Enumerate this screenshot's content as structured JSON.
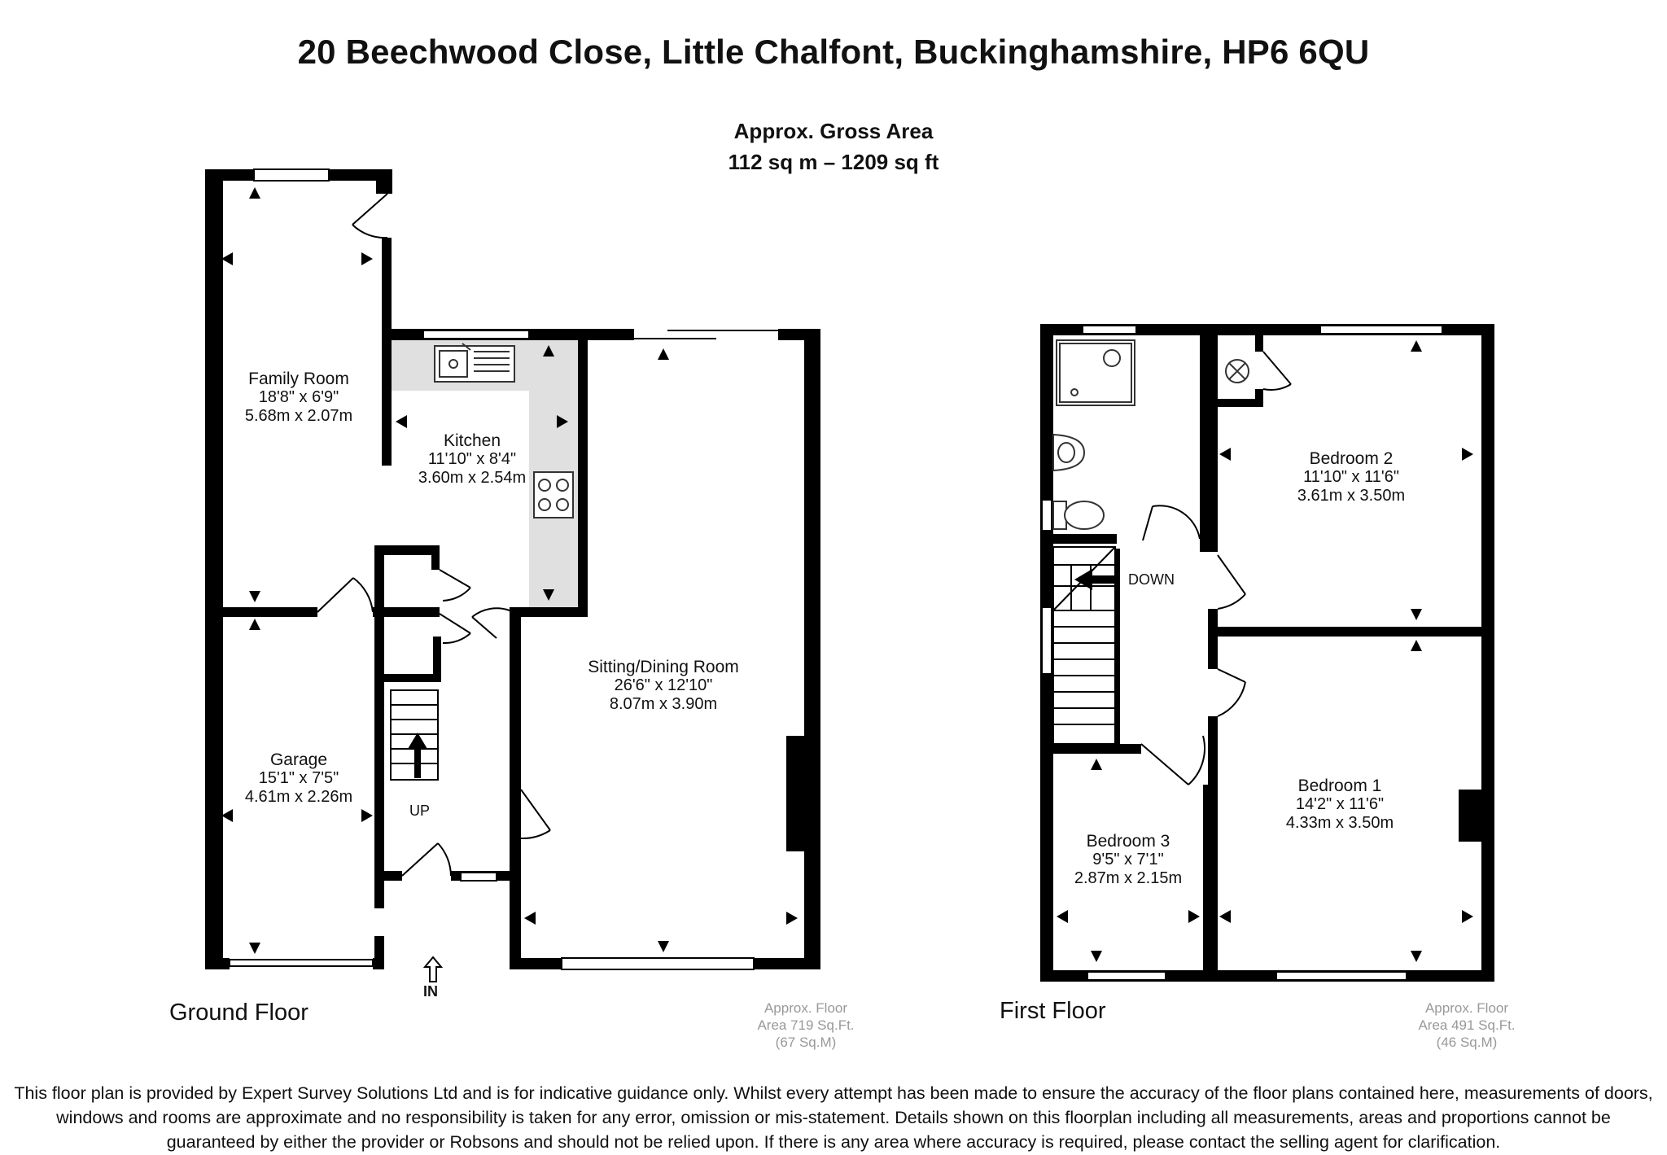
{
  "title": "20 Beechwood Close, Little Chalfont, Buckinghamshire, HP6 6QU",
  "gross_area": {
    "heading": "Approx. Gross Area",
    "value": "112 sq m – 1209 sq ft"
  },
  "ground_floor": {
    "label": "Ground Floor",
    "area": [
      "Approx. Floor",
      "Area 719 Sq.Ft.",
      "(67 Sq.M)"
    ],
    "rooms": {
      "family_room": {
        "name": "Family Room",
        "imperial": "18'8\"  x 6'9\"",
        "metric": "5.68m  x 2.07m"
      },
      "kitchen": {
        "name": "Kitchen",
        "imperial": "11'10\"  x 8'4\"",
        "metric": "3.60m  x 2.54m"
      },
      "sitting_dining": {
        "name": "Sitting/Dining Room",
        "imperial": "26'6\"  x 12'10\"",
        "metric": "8.07m  x 3.90m"
      },
      "garage": {
        "name": "Garage",
        "imperial": "15'1\"  x 7'5\"",
        "metric": "4.61m  x 2.26m"
      }
    },
    "stair_label": "UP",
    "entrance_label": "IN"
  },
  "first_floor": {
    "label": "First Floor",
    "area": [
      "Approx. Floor",
      "Area 491 Sq.Ft.",
      "(46 Sq.M)"
    ],
    "rooms": {
      "bedroom2": {
        "name": "Bedroom 2",
        "imperial": "11'10\"  x 11'6\"",
        "metric": "3.61m  x 3.50m"
      },
      "bedroom1": {
        "name": "Bedroom 1",
        "imperial": "14'2\"  x 11'6\"",
        "metric": "4.33m  x 3.50m"
      },
      "bedroom3": {
        "name": "Bedroom 3",
        "imperial": "9'5\"  x 7'1\"",
        "metric": "2.87m  x 2.15m"
      }
    },
    "stair_label": "DOWN"
  },
  "disclaimer": "This floor plan is provided by Expert Survey Solutions Ltd and is for indicative guidance only. Whilst every attempt has been made to ensure the accuracy of the floor plans contained here, measurements of doors, windows and rooms are approximate and no responsibility is taken for any error, omission or mis-statement. Details shown on this floorplan including all measurements, areas and proportions cannot be guaranteed by either the provider or Robsons and should not be relied upon.  If there is any area where accuracy is required, please contact the selling agent for clarification.",
  "colors": {
    "wall": "#000000",
    "kitchen_counter": "#e0e0e0",
    "window": "#ffffff",
    "area_text": "#999999"
  }
}
